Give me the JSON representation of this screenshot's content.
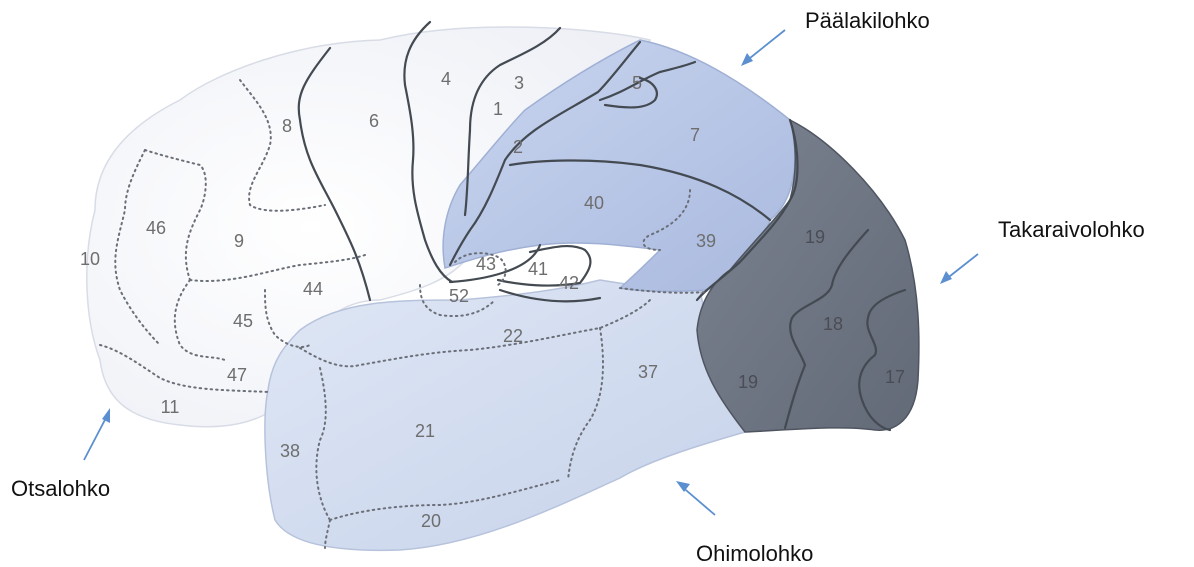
{
  "lobes": {
    "parietal": "Päälakilohko",
    "occipital": "Takaraivolohko",
    "frontal": "Otsalohko",
    "temporal": "Ohimolohko"
  },
  "colors": {
    "frontal": "#f7f8fb",
    "parietal": "#b9c8e8",
    "temporal": "#d2dcef",
    "occipital": "#6f7683",
    "arrow": "#5b8fd0"
  },
  "areas": {
    "a1": "1",
    "a2": "2",
    "a3": "3",
    "a4": "4",
    "a5": "5",
    "a6": "6",
    "a7": "7",
    "a8": "8",
    "a9": "9",
    "a10": "10",
    "a11": "11",
    "a17": "17",
    "a18": "18",
    "a19_top": "19",
    "a19_bottom": "19",
    "a20": "20",
    "a21": "21",
    "a22": "22",
    "a37": "37",
    "a38": "38",
    "a39": "39",
    "a40": "40",
    "a41": "41",
    "a42": "42",
    "a43": "43",
    "a44": "44",
    "a45": "45",
    "a46": "46",
    "a47": "47",
    "a52": "52"
  }
}
